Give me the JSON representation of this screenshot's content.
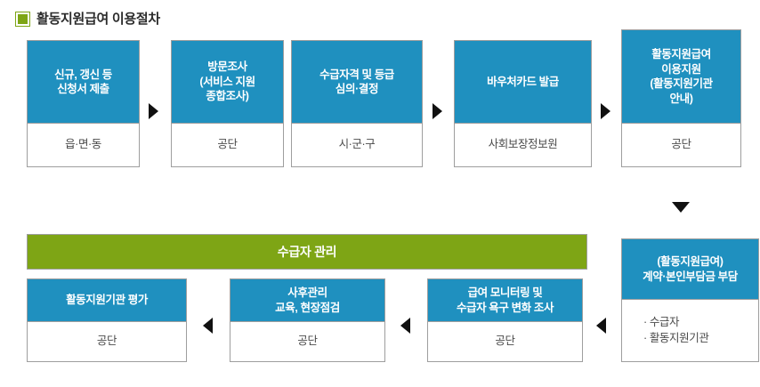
{
  "title": {
    "text": "활동지원급여 이용절차",
    "bullet_icon": "green-square-bullet-icon",
    "bullet_color": "#7ea515"
  },
  "colors": {
    "header_blue": "#1f90bf",
    "group_green": "#7ea515",
    "border_gray": "#9e9e9e",
    "body_text": "#4a4a4a",
    "arrow_black": "#111111"
  },
  "flow_top": [
    {
      "step": 1,
      "header": "신규, 갱신 등\n신청서 제출",
      "body": "읍·면·동"
    },
    {
      "step": 2,
      "header": "방문조사\n(서비스 지원\n종합조사)",
      "body": "공단"
    },
    {
      "step": 3,
      "header": "수급자격 및 등급\n심의·결정",
      "body": "시·군·구"
    },
    {
      "step": 4,
      "header": "바우처카드 발급",
      "body": "사회보장정보원"
    },
    {
      "step": 5,
      "header": "활동지원급여\n이용지원\n(활동지원기관\n안내)",
      "body": "공단"
    }
  ],
  "flow_right": {
    "step": 6,
    "header": "(활동지원급여)\n계약·본인부담금 부담",
    "body": "· 수급자\n· 활동지원기관"
  },
  "group": {
    "label": "수급자 관리"
  },
  "flow_bottom": [
    {
      "step": 9,
      "header": "활동지원기관 평가",
      "body": "공단"
    },
    {
      "step": 8,
      "header": "사후관리\n교육, 현장점검",
      "body": "공단"
    },
    {
      "step": 7,
      "header": "급여 모니터링 및\n수급자 욕구 변화 조사",
      "body": "공단"
    }
  ],
  "arrows": [
    {
      "id": "arrow-1-to-2",
      "direction": "right"
    },
    {
      "id": "arrow-2-to-3",
      "direction": "right"
    },
    {
      "id": "arrow-3-to-4",
      "direction": "right"
    },
    {
      "id": "arrow-4-to-5",
      "direction": "right"
    },
    {
      "id": "arrow-5-to-6",
      "direction": "down"
    },
    {
      "id": "arrow-6-to-7",
      "direction": "left"
    },
    {
      "id": "arrow-7-to-8",
      "direction": "left"
    },
    {
      "id": "arrow-8-to-9",
      "direction": "left"
    }
  ]
}
